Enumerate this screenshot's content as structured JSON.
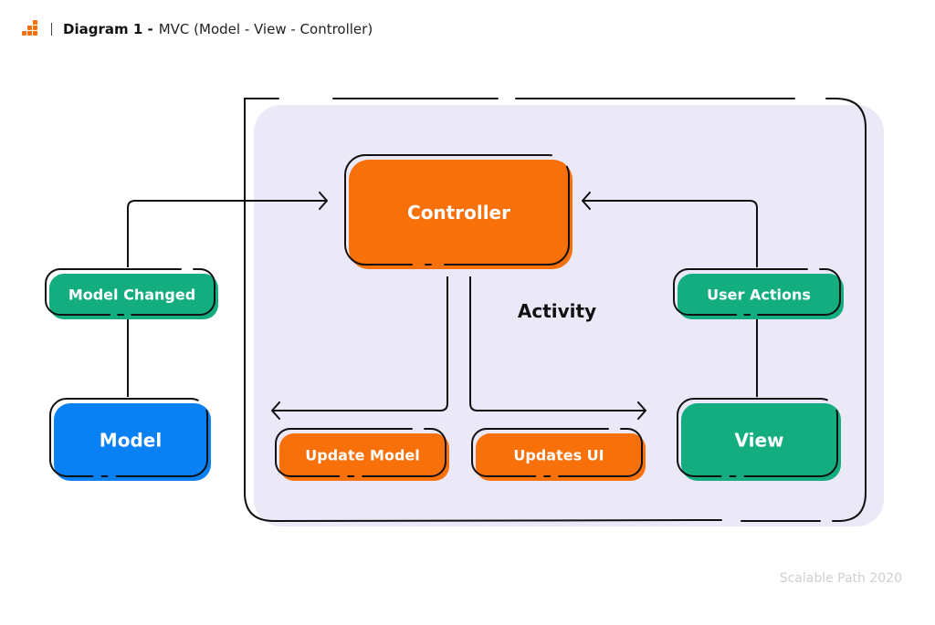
{
  "header": {
    "logo_icon": "scalable-path-stairs-icon",
    "title_bold": "Diagram 1 -",
    "title_rest": "MVC (Model - View - Controller)"
  },
  "colors": {
    "orange": "#f7700a",
    "green": "#14ad80",
    "blue": "#0a80f5",
    "container_fill": "#ebe9f7",
    "stroke": "#111111"
  },
  "diagram": {
    "container_label": "Activity",
    "nodes": {
      "controller": "Controller",
      "model_changed": "Model Changed",
      "model": "Model",
      "user_actions": "User Actions",
      "view": "View",
      "update_model": "Update Model",
      "updates_ui": "Updates UI"
    },
    "edges": [
      {
        "from": "Model",
        "to": "Controller",
        "via": "Model Changed"
      },
      {
        "from": "View",
        "to": "Controller",
        "via": "User Actions"
      },
      {
        "from": "Controller",
        "to": "Update Model"
      },
      {
        "from": "Controller",
        "to": "Updates UI"
      }
    ]
  },
  "footer": {
    "credit": "Scalable Path 2020"
  }
}
